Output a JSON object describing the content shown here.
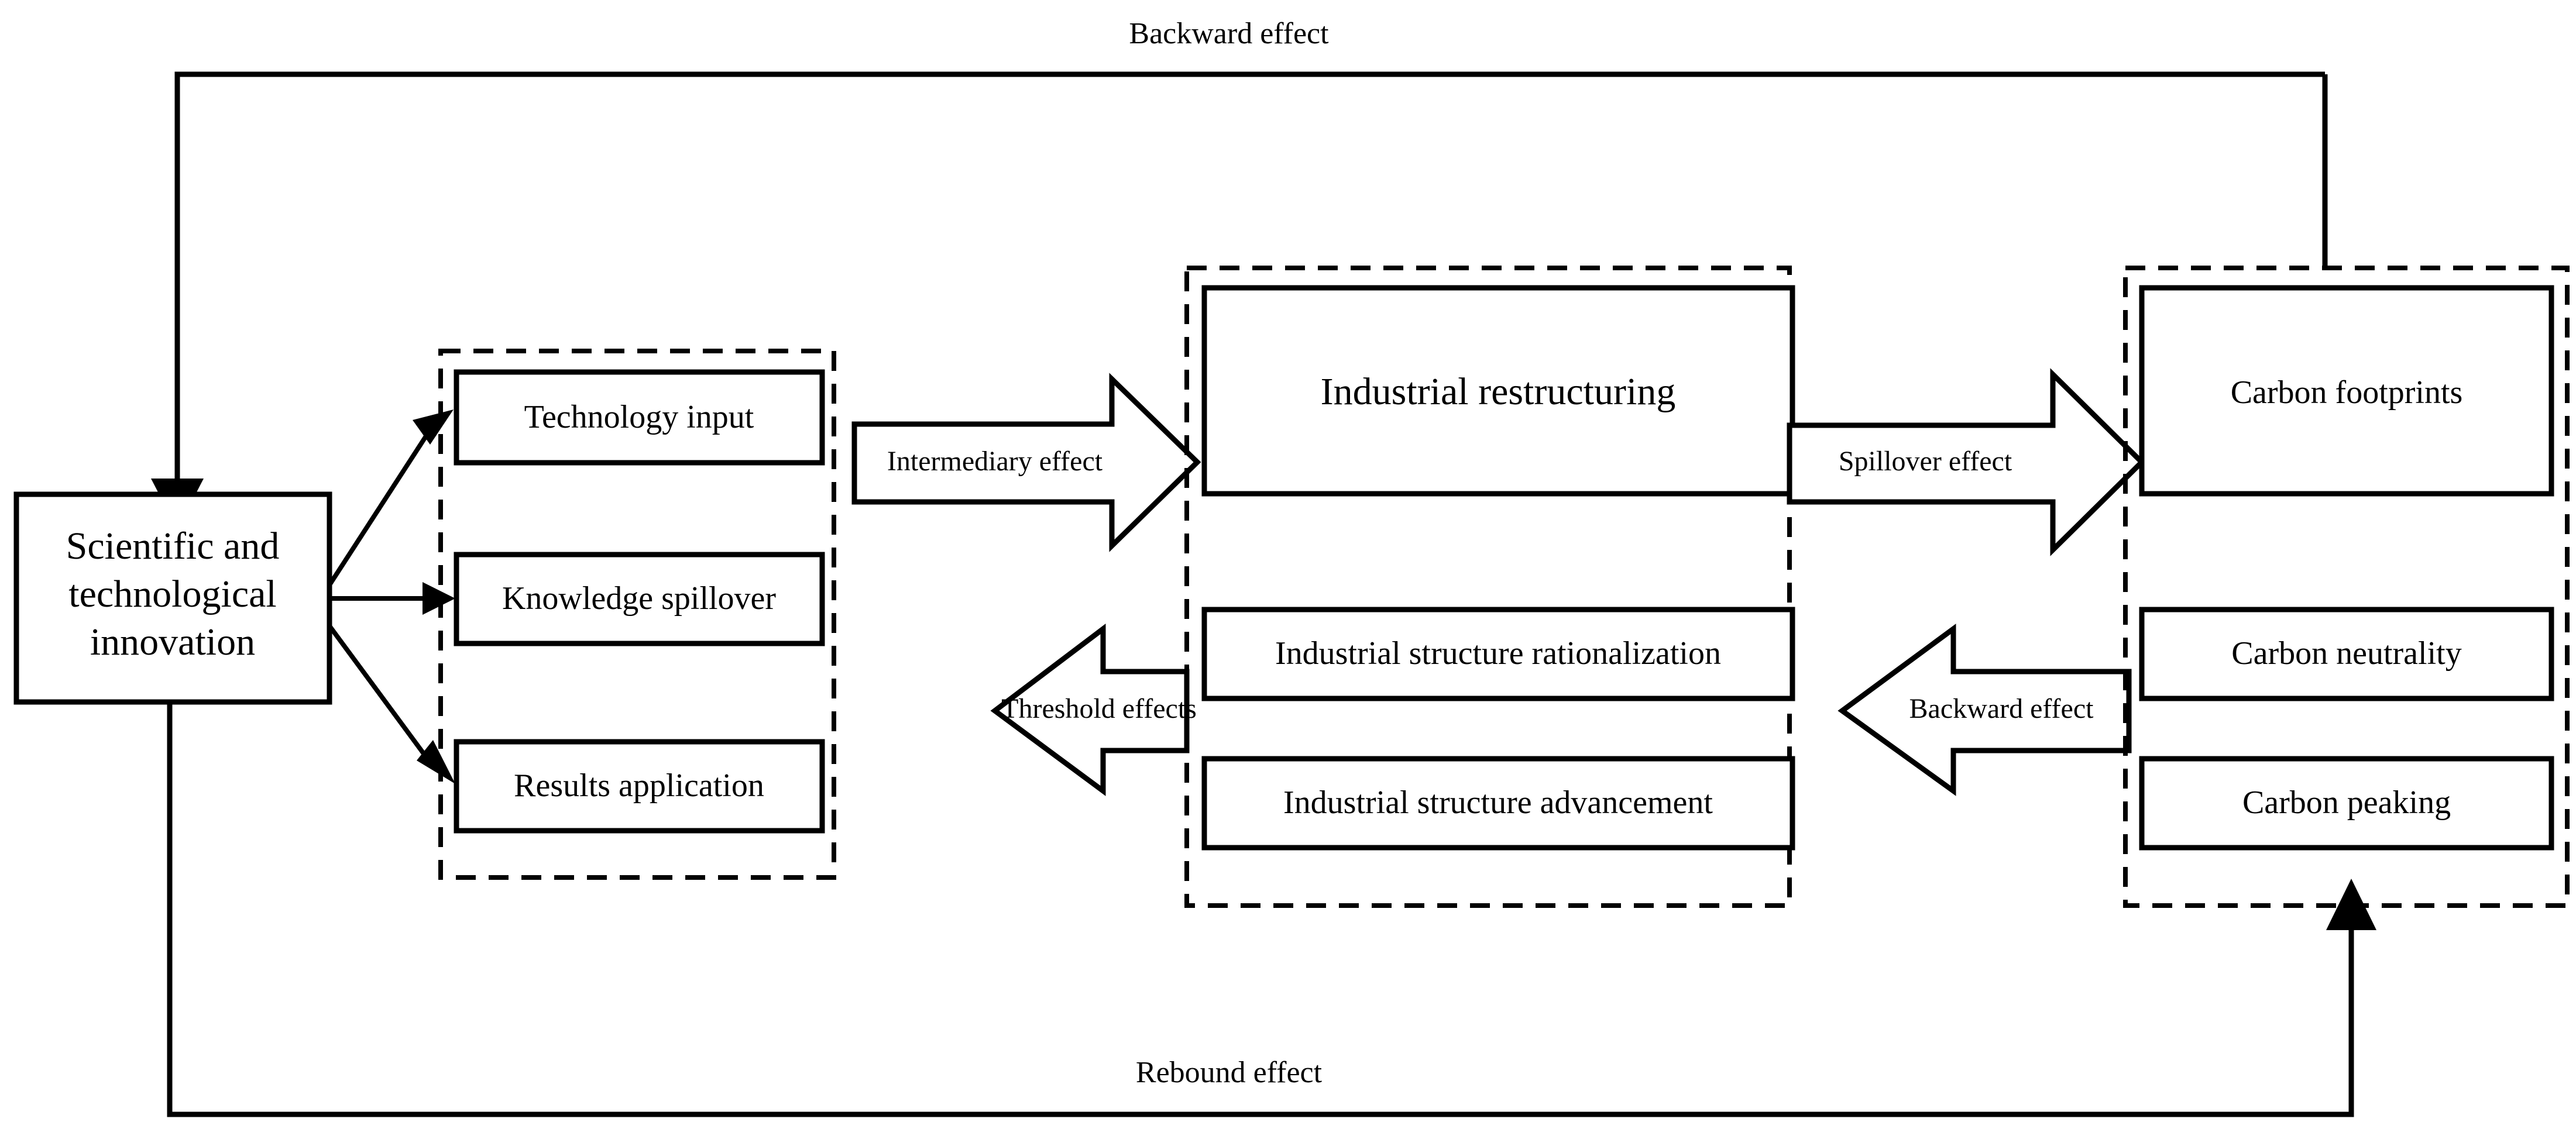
{
  "diagram": {
    "title_hidden": "",
    "columns": [
      {
        "name": "source",
        "style": "solid-box",
        "nodes": [
          {
            "id": "sti",
            "lines": [
              "Scientific and",
              "technological",
              "innovation"
            ]
          }
        ]
      },
      {
        "name": "innovation-channels",
        "style": "dashed-group",
        "nodes": [
          {
            "id": "technology-input",
            "label": "Technology input"
          },
          {
            "id": "knowledge-spillover",
            "label": "Knowledge spillover"
          },
          {
            "id": "results-application",
            "label": "Results application"
          }
        ]
      },
      {
        "name": "industrial-structure",
        "style": "dashed-group",
        "nodes": [
          {
            "id": "industrial-restructuring",
            "label": "Industrial restructuring"
          },
          {
            "id": "industrial-structure-rationalization",
            "label": "Industrial structure rationalization"
          },
          {
            "id": "industrial-structure-advancement",
            "label": "Industrial structure advancement"
          }
        ]
      },
      {
        "name": "carbon-outcomes",
        "style": "dashed-group",
        "nodes": [
          {
            "id": "carbon-footprints",
            "label": "Carbon footprints"
          },
          {
            "id": "carbon-neutrality",
            "label": "Carbon neutrality"
          },
          {
            "id": "carbon-peaking",
            "label": "Carbon peaking"
          }
        ]
      }
    ],
    "block_arrows": [
      {
        "id": "intermediary-effect",
        "label": "Intermediary effect",
        "direction": "right"
      },
      {
        "id": "spillover-effect",
        "label": "Spillover effect",
        "direction": "right"
      },
      {
        "id": "threshold-effects",
        "label": "Threshold effects",
        "direction": "left"
      },
      {
        "id": "backward-effect-arrow",
        "label": "Backward effect",
        "direction": "left"
      }
    ],
    "loops": [
      {
        "id": "backward-effect-loop",
        "label": "Backward effect",
        "position": "top"
      },
      {
        "id": "rebound-effect-loop",
        "label": "Rebound effect",
        "position": "bottom"
      }
    ],
    "colors": {
      "stroke": "#000000",
      "fill": "#ffffff",
      "background": "#ffffff"
    }
  }
}
